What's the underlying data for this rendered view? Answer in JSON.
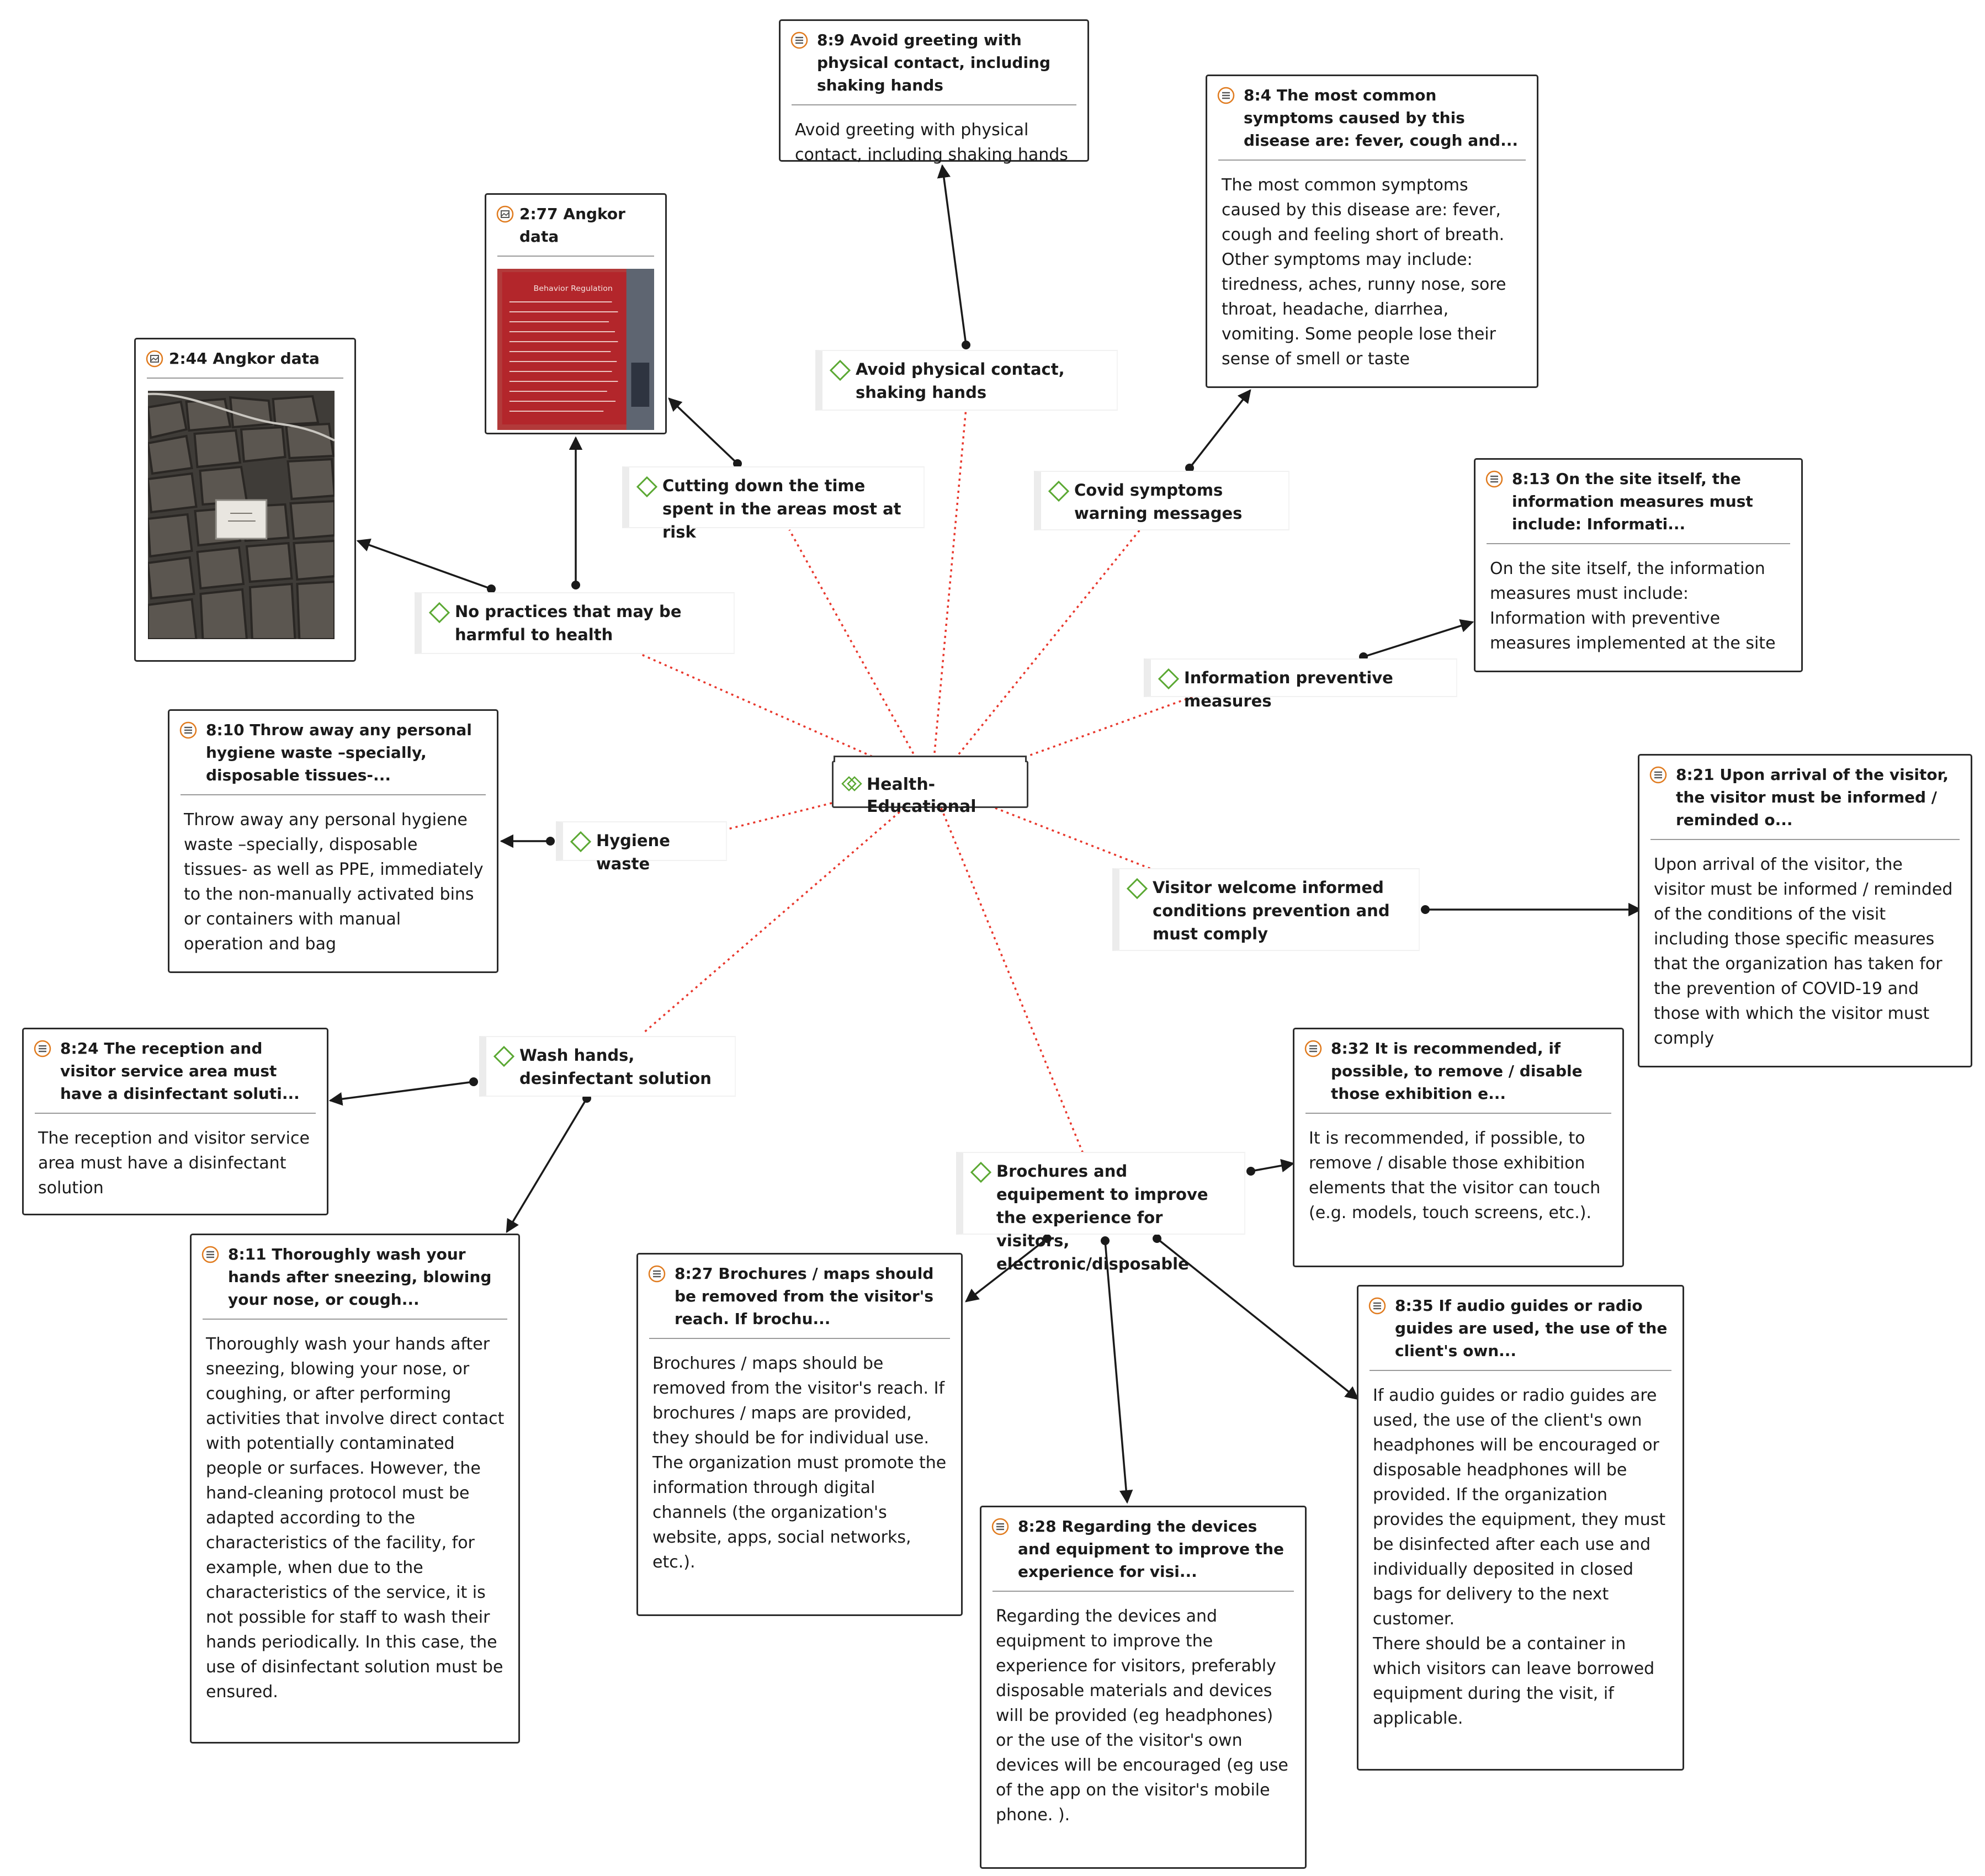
{
  "center": {
    "label": "Health-Educational"
  },
  "codes": [
    {
      "id": "code-avoid-contact",
      "label": "Avoid physical contact, shaking hands"
    },
    {
      "id": "code-cutting-time",
      "label": "Cutting down the time spent in the areas most at risk"
    },
    {
      "id": "code-covid-symptoms",
      "label": "Covid symptoms warning messages"
    },
    {
      "id": "code-no-practices",
      "label": "No practices that may be harmful to health"
    },
    {
      "id": "code-information",
      "label": "Information preventive measures"
    },
    {
      "id": "code-hygiene-waste",
      "label": "Hygiene waste"
    },
    {
      "id": "code-visitor-welcome",
      "label": "Visitor welcome informed conditions prevention and must comply"
    },
    {
      "id": "code-wash-hands",
      "label": "Wash hands, desinfectant solution"
    },
    {
      "id": "code-brochures",
      "label": "Brochures and equipement to improve the experience for visitors, electronic/disposable"
    }
  ],
  "quotes": [
    {
      "id": "q-8-9",
      "title": "8:9 Avoid greeting with physical contact, including shaking hands",
      "body": "Avoid greeting with physical contact, including shaking hands"
    },
    {
      "id": "q-8-4",
      "title": "8:4 The most common symptoms caused by this disease are: fever, cough and...",
      "body": "The most common symptoms caused by this disease are: fever, cough and feeling short of breath. Other symptoms may include: tiredness, aches, runny nose, sore throat, headache, diarrhea, vomiting. Some people lose their sense of smell or taste"
    },
    {
      "id": "q-8-13",
      "title": "8:13 On the site itself, the information measures must include: Informati...",
      "body": "On the site itself, the information measures must include: Information with preventive measures implemented at the site"
    },
    {
      "id": "q-8-10",
      "title": "8:10 Throw away any personal hygiene waste –specially, disposable tissues-...",
      "body": "Throw away any personal hygiene waste –specially, disposable tissues- as well as PPE, immediately to the non-manually activated bins or containers with manual operation and bag"
    },
    {
      "id": "q-8-21",
      "title": "8:21 Upon arrival of the visitor, the visitor must be informed / reminded o...",
      "body": "Upon arrival of the visitor, the visitor must be informed / reminded of the conditions of the visit including those specific measures that the organization has taken for the prevention of COVID-19 and those with which the visitor must comply"
    },
    {
      "id": "q-8-24",
      "title": "8:24 The reception and visitor service area must have a disinfectant soluti...",
      "body": "The reception and visitor service area must have a disinfectant solution"
    },
    {
      "id": "q-8-32",
      "title": "8:32 It is recommended, if possible, to remove / disable those exhibition e...",
      "body": "It is recommended, if possible, to remove / disable those exhibition elements that the visitor can touch (e.g. models, touch screens, etc.)."
    },
    {
      "id": "q-8-11",
      "title": "8:11 Thoroughly wash your hands after sneezing, blowing your nose, or cough...",
      "body": "Thoroughly wash your hands after sneezing, blowing your nose, or coughing, or after performing activities that involve direct contact with potentially contaminated people or surfaces. However, the hand-cleaning protocol must be adapted according to the characteristics of the facility, for example, when due to the characteristics of the service, it is not possible for staff to wash their hands periodically. In this case, the use of disinfectant solution must be ensured."
    },
    {
      "id": "q-8-27",
      "title": "8:27 Brochures / maps should be removed from the visitor's reach. If brochu...",
      "body": "Brochures / maps should be removed from the visitor's reach. If brochures / maps are provided, they should be for individual use. The organization must promote the information through digital channels (the organization's website, apps, social networks, etc.)."
    },
    {
      "id": "q-8-35",
      "title": "8:35 If audio guides or radio guides are used, the use of the client's own...",
      "body": "If audio guides or radio guides are used, the use of the client's own headphones will be encouraged or disposable headphones will be provided. If the organization provides the equipment, they must be disinfected after each use and individually deposited in closed bags for delivery to the next customer.\nThere should be a container in which visitors can leave borrowed equipment during the visit, if applicable."
    },
    {
      "id": "q-8-28",
      "title": "8:28 Regarding the devices and equipment to improve the experience for visi...",
      "body": "Regarding the devices and equipment to improve the experience for visitors, preferably disposable materials and devices will be provided (eg headphones) or the use of the visitor's own devices will be encouraged (eg use of the app on the visitor's mobile phone. )."
    }
  ],
  "images": [
    {
      "id": "img-2-77",
      "title": "2:77 Angkor data",
      "sign_text": "Behavior Regulation"
    },
    {
      "id": "img-2-44",
      "title": "2:44 Angkor data"
    }
  ],
  "colors": {
    "dotted_link": "#e8372c",
    "arrow": "#1a1a1a",
    "code_diamond": "#5aa832",
    "quote_icon": "#e07b1f",
    "border": "#2b2b2b"
  }
}
